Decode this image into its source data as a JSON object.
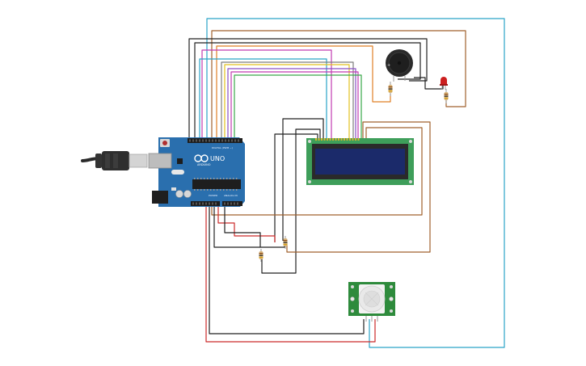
{
  "board": {
    "brand": "ARDUINO",
    "model": "UNO",
    "header_digital": "DIGITAL (PWM ~)",
    "header_power": "POWER",
    "header_analog": "ANALOG IN"
  },
  "colors": {
    "background": "#ffffff",
    "board": "#2a6fae",
    "wire_black": "#222222",
    "wire_brown": "#a0622d",
    "wire_red": "#cc2a2a",
    "wire_blue": "#2aa3c8",
    "wire_magenta": "#c23bb0",
    "wire_green": "#3aa84a",
    "wire_yellow": "#e2c11f",
    "wire_orange": "#e07f25",
    "wire_gray": "#7d7d7d",
    "wire_purple": "#8a4fc4",
    "lcd_board": "#3e9e5a",
    "lcd_screen": "#1b2a6a",
    "pir_board": "#2e8b3c",
    "led": "#cc1f1f",
    "buzzer": "#2a2a2a"
  },
  "icons": {
    "usb_cable": "usb-cable-icon",
    "buzzer": "piezo-buzzer-icon",
    "led": "red-led-icon",
    "pir": "pir-sensor-icon"
  }
}
